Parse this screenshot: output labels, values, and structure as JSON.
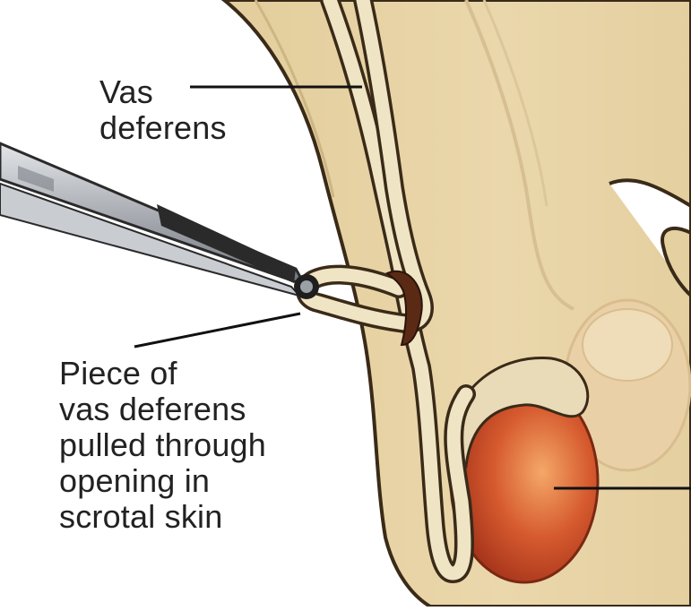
{
  "labels": {
    "vas_deferens": [
      "Vas",
      "deferens"
    ],
    "piece": [
      "Piece of",
      "vas deferens",
      "pulled through",
      "opening in",
      "scrotal skin"
    ]
  },
  "colors": {
    "skin": "#e8d5a8",
    "skin_outline": "#3a2a18",
    "skin_shadow": "#d8c193",
    "vas": "#efe4c3",
    "vas_outline": "#3a2a18",
    "testis": "#d0552a",
    "testis_highlight": "#f0a060",
    "epididymis": "#e6d7b4",
    "faded_testis": "#e9caa4",
    "forceps_metal": "#b8bcc2",
    "forceps_dark": "#2a2a2a",
    "leader_line": "#111111"
  },
  "icons": [
    "forceps-icon"
  ]
}
